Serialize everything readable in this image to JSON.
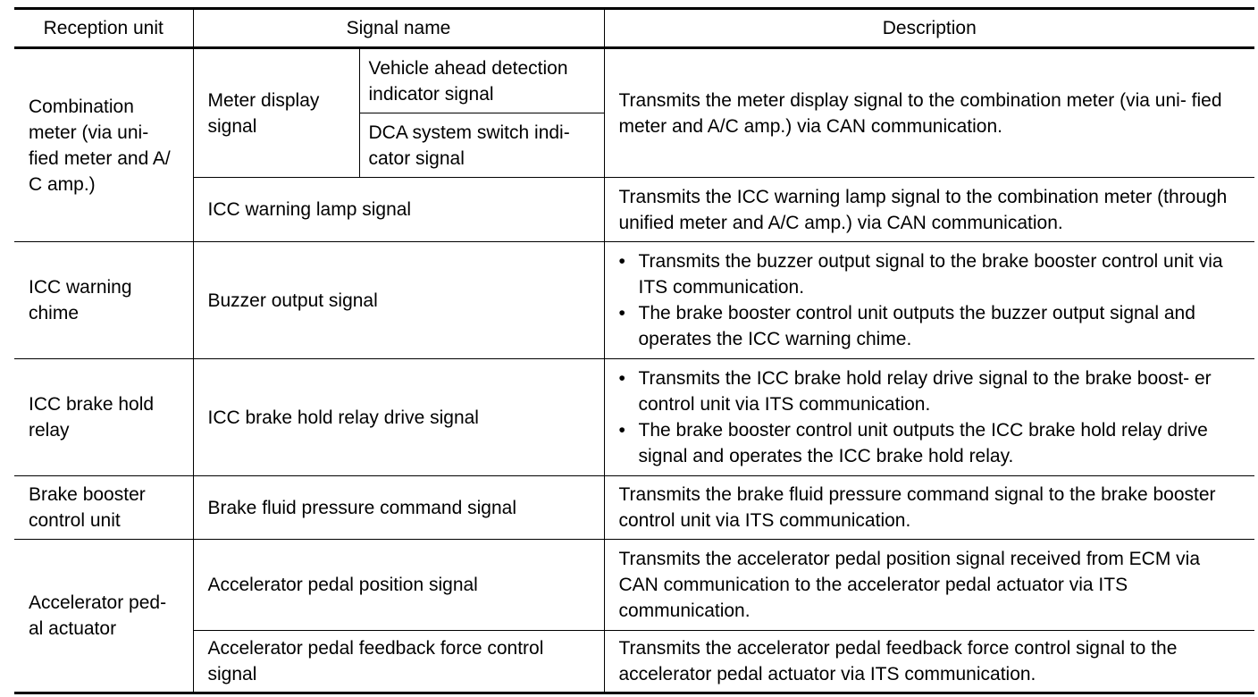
{
  "header": {
    "reception_unit": "Reception unit",
    "signal_name": "Signal name",
    "description": "Description"
  },
  "rows": {
    "combination_meter": {
      "unit": "Combination meter (via uni- fied meter and A/ C amp.)",
      "meter_display": "Meter display signal",
      "vehicle_ahead": "Vehicle ahead detection indicator signal",
      "dca_switch": "DCA system switch indi- cator signal",
      "meter_display_desc": "Transmits the meter display signal to the combination meter (via uni- fied meter and A/C amp.) via CAN communication.",
      "icc_warning_lamp": "ICC warning lamp signal",
      "icc_warning_lamp_desc": "Transmits the ICC warning lamp signal to the combination meter (through unified meter and A/C amp.) via CAN communication."
    },
    "icc_warning_chime": {
      "unit": "ICC warning chime",
      "signal": "Buzzer output signal",
      "bullet": "•",
      "desc_items": [
        "Transmits the buzzer output signal to the brake booster control unit via ITS communication.",
        "The brake booster control unit outputs the buzzer output signal and operates the ICC warning chime."
      ]
    },
    "icc_brake_hold_relay": {
      "unit": "ICC brake hold relay",
      "signal": "ICC brake hold relay drive signal",
      "bullet": "•",
      "desc_items": [
        "Transmits the ICC brake hold relay drive signal to the brake boost- er control unit via ITS communication.",
        "The brake booster control unit outputs the ICC brake hold relay drive signal and operates the ICC brake hold relay."
      ]
    },
    "brake_booster": {
      "unit": "Brake booster control unit",
      "signal": "Brake fluid pressure command signal",
      "desc": "Transmits the brake fluid pressure command signal to the brake booster control unit via ITS communication."
    },
    "accelerator_pedal_actuator": {
      "unit": "Accelerator ped- al actuator",
      "position_signal": "Accelerator pedal position signal",
      "position_desc": "Transmits the accelerator pedal position signal received from ECM via CAN communication to the accelerator pedal actuator via ITS communication.",
      "feedback_signal": "Accelerator pedal feedback force control signal",
      "feedback_desc": "Transmits the accelerator pedal feedback force control signal to the accelerator pedal actuator via ITS communication."
    }
  }
}
